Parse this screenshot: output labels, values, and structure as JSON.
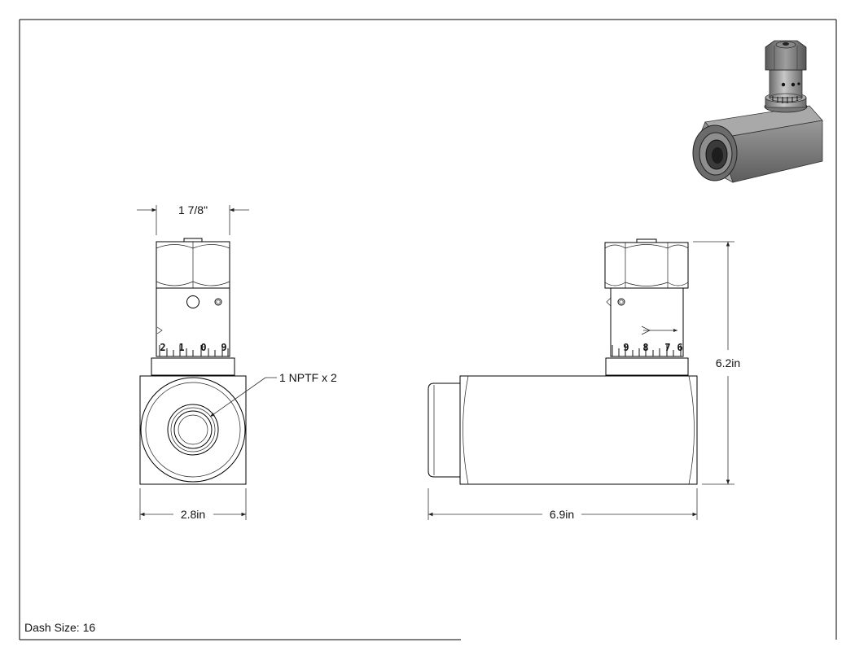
{
  "drawing": {
    "dims": {
      "hex_width": "1 7/8\"",
      "body_width": "2.8in",
      "body_length": "6.9in",
      "height": "6.2in"
    },
    "port_callout": "1 NPTF x 2",
    "dash_size": "Dash Size: 16",
    "front_scale": [
      "2",
      "1",
      "0",
      "9"
    ],
    "side_scale": [
      "9",
      "8",
      "7",
      "6"
    ],
    "colors": {
      "line": "#000000",
      "shade_dark": "#5a5a5a",
      "shade_mid": "#8a8a8a",
      "shade_light": "#b8b8b8"
    }
  }
}
